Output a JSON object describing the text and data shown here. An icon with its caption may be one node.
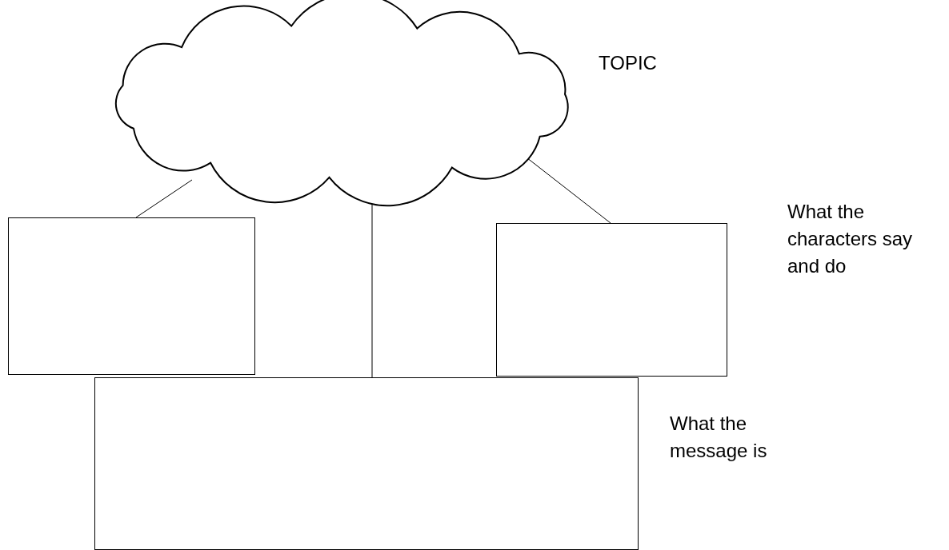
{
  "diagram": {
    "nodes": [
      {
        "text": [],
        "shape": "cloud",
        "beside": [
          "TOPIC"
        ]
      },
      {
        "text": [],
        "shape": "box"
      },
      {
        "text": [],
        "shape": "box",
        "beside": [
          "What the characters say and do"
        ]
      },
      {
        "text": [],
        "shape": "box",
        "beside": [
          "What the message is"
        ]
      }
    ],
    "edges": [
      {
        "from": 0,
        "to": 1,
        "arrow": "none"
      },
      {
        "from": 0,
        "to": 3,
        "arrow": "none"
      },
      {
        "from": 0,
        "to": 2,
        "arrow": "none"
      }
    ]
  }
}
